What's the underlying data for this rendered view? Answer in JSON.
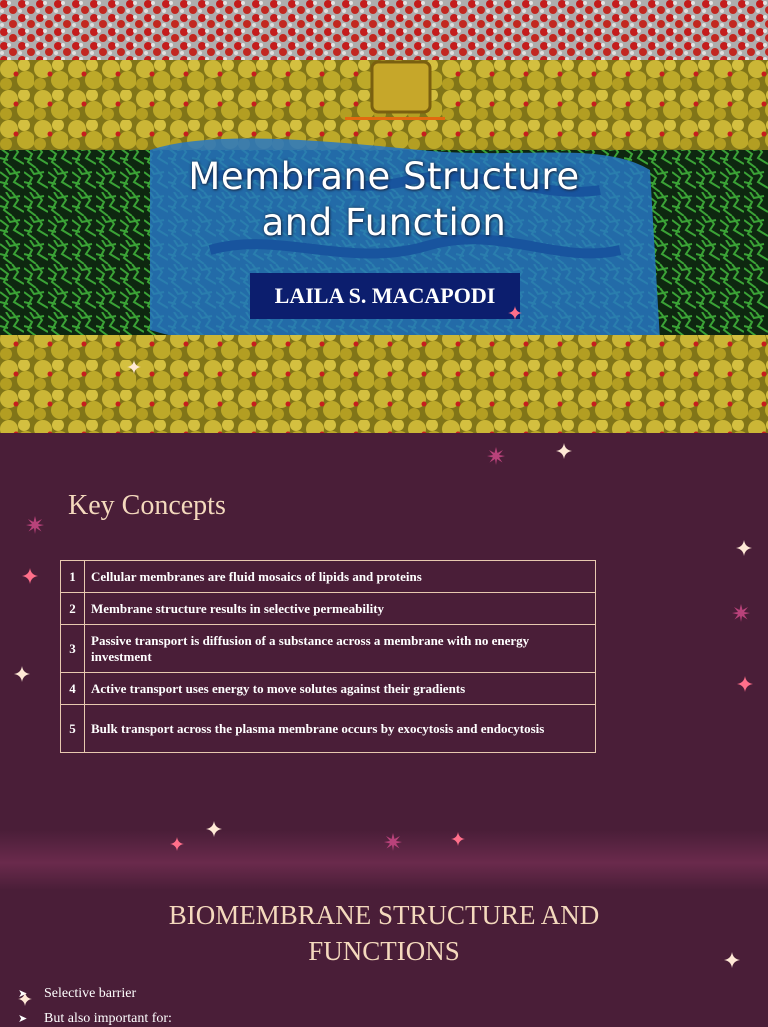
{
  "slide1": {
    "title_line1": "Membrane Structure",
    "title_line2": "and Function",
    "author": "LAILA S. MACAPODI"
  },
  "key_concepts": {
    "title": "Key Concepts",
    "rows": [
      {
        "num": "1",
        "text": "Cellular membranes are fluid mosaics of lipids and proteins"
      },
      {
        "num": "2",
        "text": "Membrane structure results in selective permeability"
      },
      {
        "num": "3",
        "text": "Passive transport is diffusion of a substance across a membrane with no energy investment"
      },
      {
        "num": "4",
        "text": "Active transport uses energy to move solutes against their gradients"
      },
      {
        "num": "5",
        "text": "Bulk transport across the plasma membrane occurs by exocytosis and endocytosis"
      }
    ]
  },
  "biomembrane": {
    "title_line1": "BIOMEMBRANE STRUCTURE AND",
    "title_line2": "FUNCTIONS",
    "bullets": [
      "Selective barrier",
      "But also important for:"
    ]
  },
  "colors": {
    "background": "#4a1e38",
    "heading": "#f4d9bd",
    "author_box": "#0c1e6e",
    "sparkle_pink": "#ff6f8a",
    "sparkle_white": "#ffe9d6",
    "sparkle_mauve": "#b8427a"
  }
}
